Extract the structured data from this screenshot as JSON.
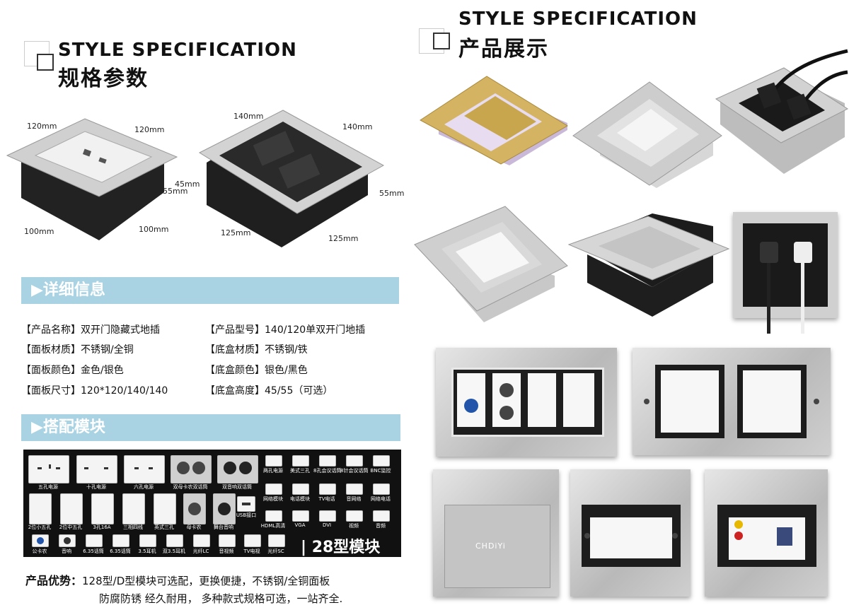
{
  "left_heading": {
    "en": "STYLE SPECIFICATION",
    "cn": "规格参数"
  },
  "right_heading": {
    "en": "STYLE SPECIFICATION",
    "cn": "产品展示"
  },
  "dimensions_a": {
    "top_left": "120mm",
    "top_right": "120mm",
    "h1": "45mm",
    "h2": "55mm",
    "bottom_left": "100mm",
    "bottom_right": "100mm"
  },
  "dimensions_b": {
    "top_left": "140mm",
    "top_right": "140mm",
    "h": "55mm",
    "bottom_left": "125mm",
    "bottom_right": "125mm"
  },
  "detail_bar": "▶详细信息",
  "specs": [
    {
      "label": "【产品名称】",
      "value": "双开门隐藏式地插"
    },
    {
      "label": "【产品型号】",
      "value": "140/120单双开门地插"
    },
    {
      "label": "【面板材质】",
      "value": "不锈钢/全铜"
    },
    {
      "label": "【底盒材质】",
      "value": "不锈钢/铁"
    },
    {
      "label": "【面板颜色】",
      "value": "金色/银色"
    },
    {
      "label": "【底盒颜色】",
      "value": "银色/黑色"
    },
    {
      "label": "【面板尺寸】",
      "value": "120*120/140/140"
    },
    {
      "label": "【底盒高度】",
      "value": "45/55（可选）"
    }
  ],
  "module_bar": "▶搭配模块",
  "modules_row1": [
    "五孔电源",
    "十孔电源",
    "六孔电源",
    "双母卡农双话筒",
    "双音响双话筒"
  ],
  "modules_row2": [
    "2位小五孔",
    "2位中五孔",
    "3孔16A",
    "三相四线",
    "英式三孔",
    "母卡农",
    "舞台音响",
    "USB接口"
  ],
  "modules_row3": [
    "公卡农",
    "音响",
    "6.35话筒",
    "6.35话筒",
    "3.5耳机",
    "双3.5耳机",
    "光纤LC",
    "音视频",
    "TV电视",
    "光纤SC"
  ],
  "modules_small": [
    "两孔电源",
    "美式三孔",
    "8孔会议话筒",
    "8针会议话筒",
    "BNC监控",
    "网络模块",
    "电话模块",
    "TV电话",
    "音网络",
    "网络电话",
    "HDML高清",
    "VGA",
    "DVI",
    "视频",
    "音频"
  ],
  "module_type": "| 28型模块",
  "advantage": {
    "label": "产品优势：",
    "line1": "128型/D型模块可选配，更换便捷，不锈钢/全铜面板",
    "line2": "防腐防锈 经久耐用， 多种款式规格可选，一站齐全."
  },
  "brand_text": "CHDiYi",
  "colors": {
    "bar": "#a9d3e3",
    "module_bg": "#111111",
    "steel": "#c8c8c8",
    "gold": "#d4b463"
  }
}
